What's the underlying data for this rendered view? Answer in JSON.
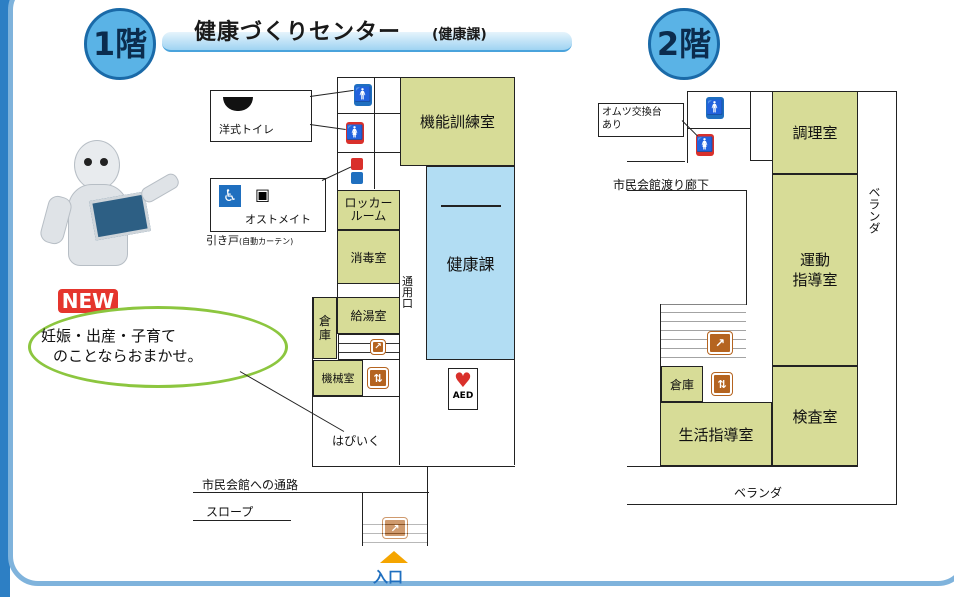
{
  "floors": [
    {
      "badge": "1階"
    },
    {
      "badge": "2階"
    }
  ],
  "header": {
    "title": "健康づくりセンター",
    "subtitle": "(健康課)"
  },
  "floor1": {
    "rooms": {
      "kinou": "機能訓練室",
      "kenkouka": "健康課",
      "locker": "ロッカー\nルーム",
      "shodoku": "消毒室",
      "kyuto": "給湯室",
      "souko": "倉\n庫",
      "kikai": "機械室"
    },
    "callouts": {
      "toilet": "洋式トイレ",
      "ostomate": "オストメイト",
      "door": "引き戸",
      "door_note": "(自動カーテン)"
    },
    "labels": {
      "tsuyo": "通\n用\n口",
      "hapiiku": "はぴいく",
      "aed": "AED",
      "tsuro": "市民会館への通路",
      "slope": "スロープ",
      "iriguchi": "入口"
    },
    "new_badge": "NEW",
    "bubble": {
      "line1": "妊娠・出産・子育て",
      "line2": "のことならおまかせ。"
    }
  },
  "floor2": {
    "rooms": {
      "chouri": "調理室",
      "undo": "運動\n指導室",
      "kensa": "検査室",
      "seikatsu": "生活指導室",
      "souko": "倉庫"
    },
    "labels": {
      "omutsu": "オムツ交換台\nあり",
      "watari": "市民会館渡り廊下",
      "veranda_right": "ベランダ",
      "veranda_bottom": "ベランダ"
    }
  },
  "colors": {
    "frame": "#7fb3dc",
    "badge": "#5ab3e6",
    "room_green": "#d7dc97",
    "room_blue": "#b2ddf3",
    "restroom_male": "#1f6fbf",
    "restroom_female": "#d9302b",
    "elevator_stairs": "#b56420",
    "new_badge": "#e5352d",
    "bubble": "#8cc63f"
  }
}
